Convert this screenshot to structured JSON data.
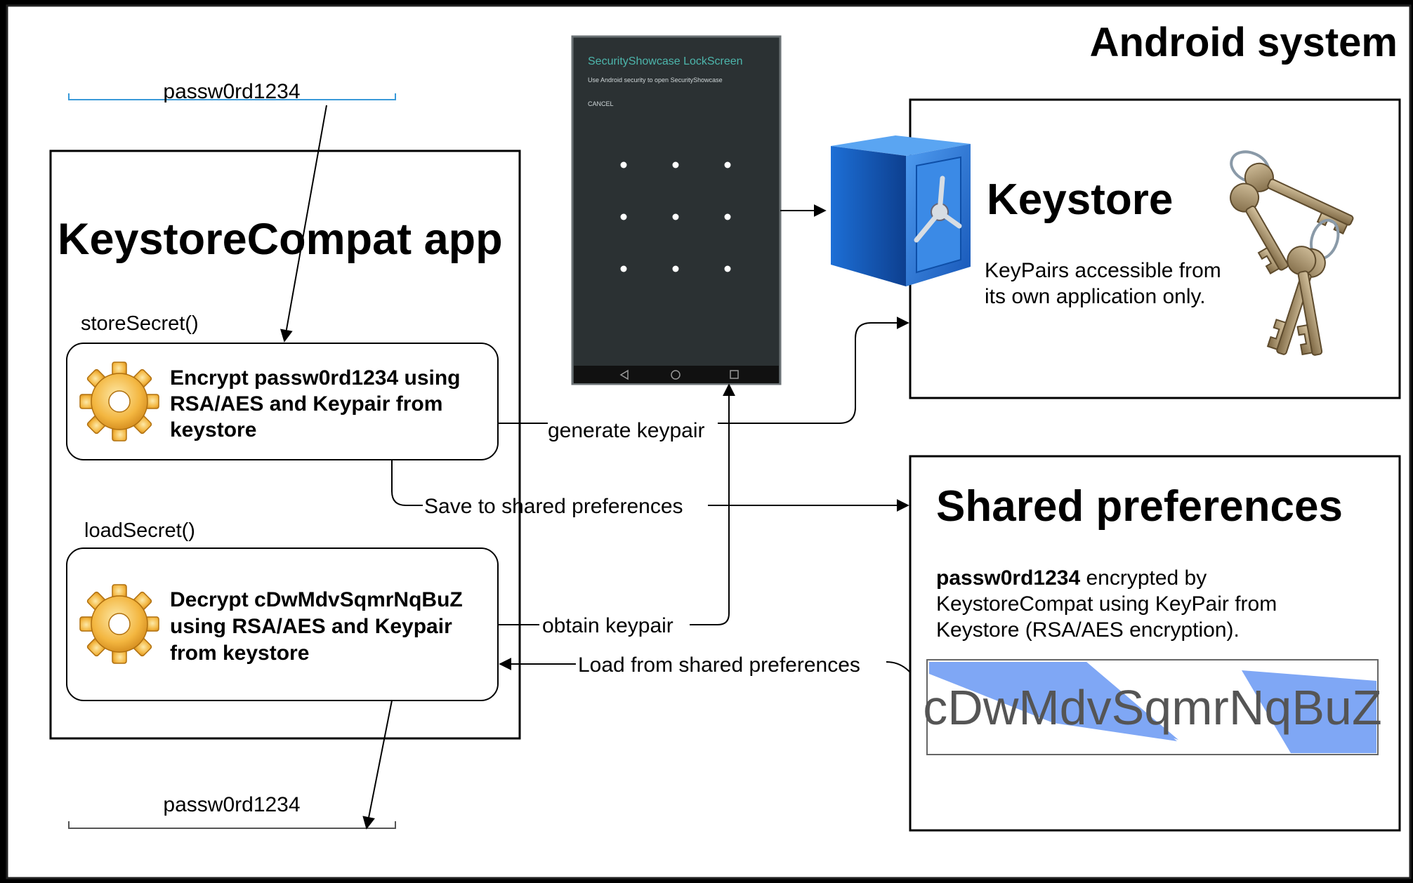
{
  "system_title": "Android system",
  "input_password": "passw0rd1234",
  "output_password": "passw0rd1234",
  "app": {
    "title": "KeystoreCompat app",
    "store_method": "storeSecret()",
    "store_step_lines": [
      "Encrypt passw0rd1234 using",
      "RSA/AES and Keypair from",
      "keystore"
    ],
    "load_method": "loadSecret()",
    "load_step_lines": [
      "Decrypt cDwMdvSqmrNqBuZ",
      "using RSA/AES and Keypair",
      "from keystore"
    ]
  },
  "lockscreen": {
    "title": "SecurityShowcase LockScreen",
    "subtitle": "Use Android security to open SecurityShowcase",
    "cancel": "CANCEL",
    "colors": {
      "background": "#2b3133",
      "title": "#4db6ac"
    }
  },
  "keystore": {
    "title": "Keystore",
    "desc_lines": [
      "KeyPairs accessible from",
      "its own application only."
    ]
  },
  "shared_prefs": {
    "title": "Shared preferences",
    "desc_bold": "passw0rd1234",
    "desc_line1_rest": " encrypted by",
    "desc_line2": "KeystoreCompat using KeyPair from",
    "desc_line3": "Keystore (RSA/AES encryption).",
    "ciphertext": "cDwMdvSqmrNqBuZ",
    "colors": {
      "highlight": "#7fa7f5"
    }
  },
  "edges": {
    "generate": "generate keypair",
    "save": "Save to shared preferences",
    "obtain": "obtain keypair",
    "load": "Load from shared preferences"
  }
}
